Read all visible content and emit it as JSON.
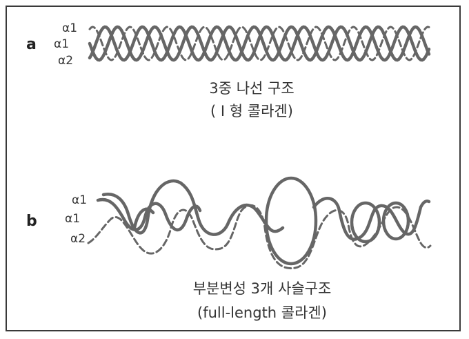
{
  "panel_a": {
    "letter": "a",
    "chain_labels": [
      "α1",
      "α1",
      "α2"
    ],
    "caption_line1": "3중 나선 구조",
    "caption_line2": "( I 형 콜라겐)"
  },
  "panel_b": {
    "letter": "b",
    "chain_labels": [
      "α1",
      "α1",
      "α2"
    ],
    "caption_line1": "부분변성 3개 사슬구조",
    "caption_line2": "(full-length 콜라겐)"
  },
  "colors": {
    "strand": "#666666",
    "text": "#333333",
    "border": "#3a3a3a"
  }
}
